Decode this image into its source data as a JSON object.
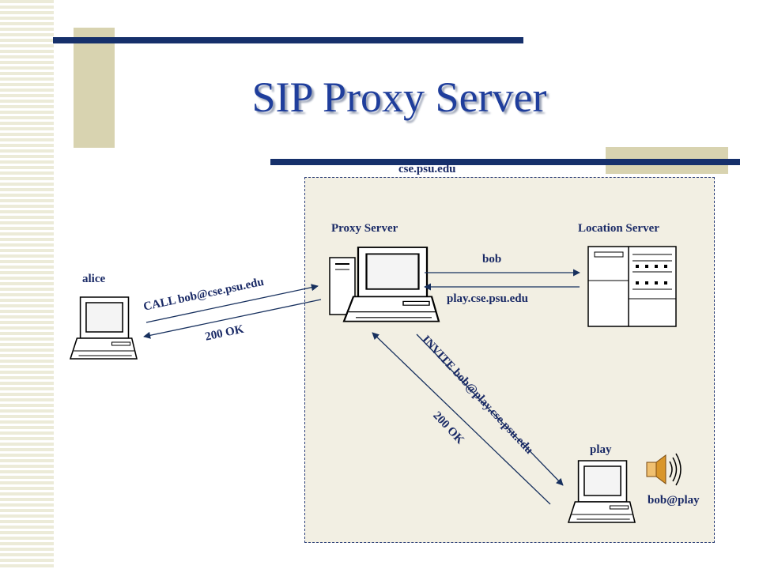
{
  "title": "SIP Proxy Server",
  "domain_label": "cse.psu.edu",
  "nodes": {
    "proxy": "Proxy Server",
    "location": "Location Server",
    "alice": "alice",
    "play": "play",
    "bob_at_play": "bob@play"
  },
  "messages": {
    "call": "CALL bob@cse.psu.edu",
    "ok_alice": "200 OK",
    "query": "bob",
    "reply": "play.cse.psu.edu",
    "invite": "INVITE bob@play.cse.psu.edu",
    "ok_play": "200 OK"
  },
  "colors": {
    "accent_blue": "#1f3e9c",
    "label_navy": "#1a2a66",
    "arrow_navy": "#17305e",
    "domain_bg": "#f2efe3",
    "tan": "#d8d3b0"
  },
  "icons": [
    "computer-icon",
    "server-cabinet-icon",
    "speaker-icon"
  ]
}
